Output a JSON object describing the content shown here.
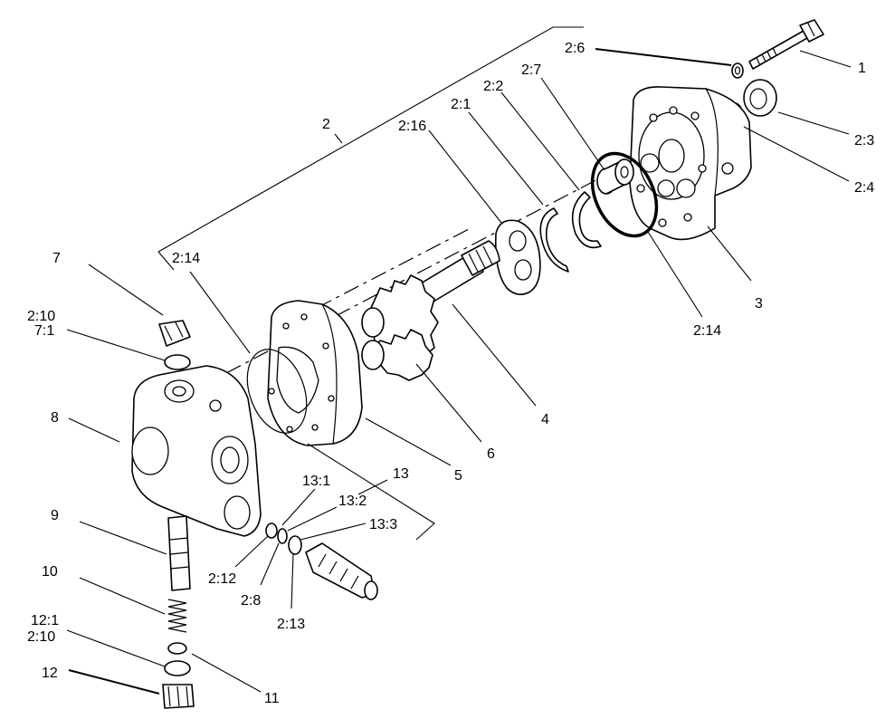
{
  "labels": {
    "l1": "1",
    "l2": "2",
    "l3": "3",
    "l4": "4",
    "l5": "5",
    "l6": "6",
    "l7": "7",
    "l8": "8",
    "l9": "9",
    "l10": "10",
    "l11": "11",
    "l12": "12",
    "l13": "13",
    "l2_1": "2:1",
    "l2_2": "2:2",
    "l2_3": "2:3",
    "l2_4": "2:4",
    "l2_6": "2:6",
    "l2_7": "2:7",
    "l2_8": "2:8",
    "l2_10a": "2:10",
    "l2_10b": "2:10",
    "l2_12": "2:12",
    "l2_13": "2:13",
    "l2_14a": "2:14",
    "l2_14b": "2:14",
    "l2_16": "2:16",
    "l7_1": "7:1",
    "l12_1": "12:1",
    "l13_1": "13:1",
    "l13_2": "13:2",
    "l13_3": "13:3"
  }
}
